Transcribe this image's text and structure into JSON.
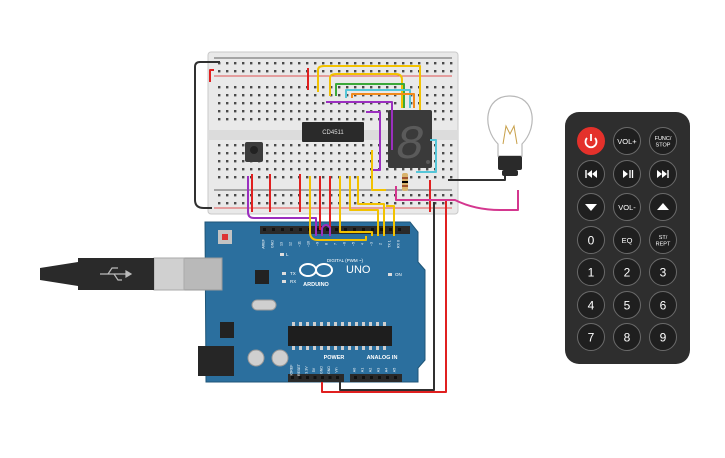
{
  "breadboard": {
    "ic_label": "CD4511"
  },
  "arduino": {
    "model_label": "UNO",
    "brand_label": "ARDUINO",
    "power_header_label": "POWER",
    "analog_header_label": "ANALOG IN",
    "digital_header_label": "DIGITAL (PWM ~)",
    "tx_label": "TX",
    "rx_label": "RX",
    "l_label": "L",
    "on_label": "ON",
    "top_pins": [
      "AREF",
      "GND",
      "13",
      "12",
      "~11",
      "~10",
      "~9",
      "8",
      "7",
      "~6",
      "~5",
      "4",
      "~3",
      "2",
      "TX 1",
      "RX 0"
    ],
    "power_pins": [
      "IOREF",
      "RESET",
      "3.3V",
      "5V",
      "GND",
      "GND",
      "Vin"
    ],
    "analog_pins": [
      "A0",
      "A1",
      "A2",
      "A3",
      "A4",
      "A5"
    ]
  },
  "seven_segment": {
    "digit": "8"
  },
  "remote": {
    "buttons": [
      {
        "label": "power",
        "name": "power-icon"
      },
      {
        "label": "VOL+"
      },
      {
        "label": "FUNC/STOP",
        "lines": [
          "FUNC/",
          "STOP"
        ]
      },
      {
        "label": "prev",
        "name": "skip-back-icon"
      },
      {
        "label": "play",
        "name": "play-pause-icon"
      },
      {
        "label": "next",
        "name": "skip-forward-icon"
      },
      {
        "label": "down",
        "name": "arrow-down-icon"
      },
      {
        "label": "VOL-"
      },
      {
        "label": "up",
        "name": "arrow-up-icon"
      },
      {
        "label": "0"
      },
      {
        "label": "EQ"
      },
      {
        "label": "ST/REPT",
        "lines": [
          "ST/",
          "REPT"
        ]
      },
      {
        "label": "1"
      },
      {
        "label": "2"
      },
      {
        "label": "3"
      },
      {
        "label": "4"
      },
      {
        "label": "5"
      },
      {
        "label": "6"
      },
      {
        "label": "7"
      },
      {
        "label": "8"
      },
      {
        "label": "9"
      }
    ]
  },
  "colors": {
    "breadboard": "#e8e8e8",
    "arduino": "#2b6f9e",
    "remote": "#2e2e2e",
    "power_button": "#e4312b",
    "wire_yellow": "#f2c200",
    "wire_red": "#e02020",
    "wire_purple": "#9b2fbf",
    "wire_magenta": "#d4378f",
    "wire_green": "#3aa83a",
    "wire_cyan": "#55c6d8",
    "wire_orange": "#f08a1c",
    "wire_black": "#303030"
  }
}
